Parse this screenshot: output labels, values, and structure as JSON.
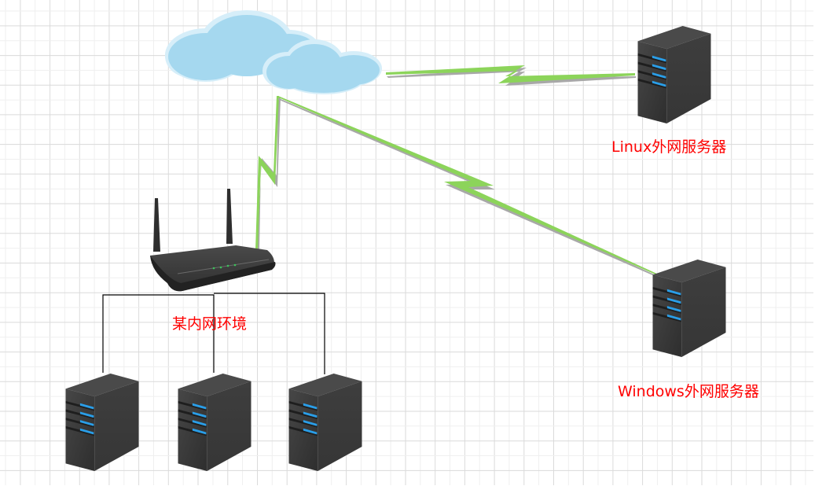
{
  "diagram": {
    "title": "Network topology",
    "colors": {
      "grid_minor": "#efefef",
      "grid_major": "#dadada",
      "link": "#8cd45a",
      "link_shadow": "#a8a8a8",
      "cloud": "#a5d8ef",
      "cloud_rim": "#d6eef9",
      "server_body": "#3c3c3c",
      "server_led": "#2a9ee8",
      "router_body": "#3a3a3a",
      "label": "#ff0000",
      "wire": "#000000"
    },
    "nodes": [
      {
        "id": "internet",
        "type": "cloud",
        "label": ""
      },
      {
        "id": "linux-server",
        "type": "server",
        "label": "Linux外网服务器"
      },
      {
        "id": "windows-server",
        "type": "server",
        "label": "Windows外网服务器"
      },
      {
        "id": "router",
        "type": "wireless-router",
        "label": ""
      },
      {
        "id": "lan-server-1",
        "type": "server",
        "label": ""
      },
      {
        "id": "lan-server-2",
        "type": "server",
        "label": ""
      },
      {
        "id": "lan-server-3",
        "type": "server",
        "label": ""
      }
    ],
    "edges": [
      {
        "from": "internet",
        "to": "linux-server",
        "style": "lightning"
      },
      {
        "from": "internet",
        "to": "router",
        "style": "lightning"
      },
      {
        "from": "internet",
        "to": "windows-server",
        "style": "lightning"
      },
      {
        "from": "router",
        "to": "lan-server-1",
        "style": "wire"
      },
      {
        "from": "router",
        "to": "lan-server-2",
        "style": "wire"
      },
      {
        "from": "router",
        "to": "lan-server-3",
        "style": "wire"
      }
    ],
    "labels": {
      "linux": "Linux外网服务器",
      "lan": "某内网环境",
      "windows": "Windows外网服务器"
    }
  }
}
